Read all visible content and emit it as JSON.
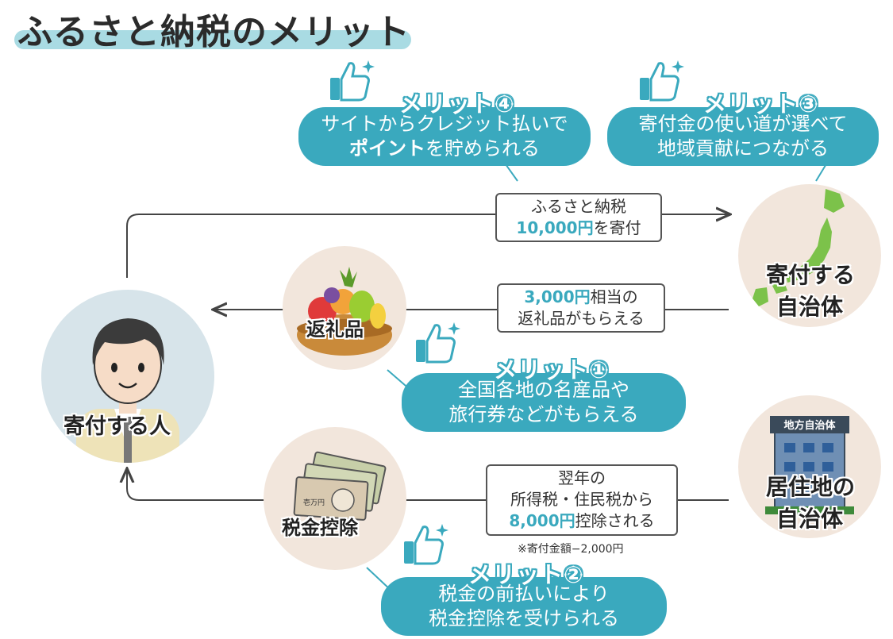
{
  "title": "ふるさと納税のメリット",
  "nodes": {
    "person": "寄付する人",
    "gift": "返礼品",
    "tax": "税金控除",
    "municipality_line1": "寄付する",
    "municipality_line2": "自治体",
    "residence_line1": "居住地の",
    "residence_line2": "自治体",
    "building_sign": "地方自治体",
    "bill_label": "壱万円"
  },
  "flows": {
    "donate": {
      "line1": "ふるさと納税",
      "amount": "10,000円",
      "suffix": "を寄付"
    },
    "gift": {
      "amount": "3,000円",
      "suffix": "相当の",
      "line2": "返礼品がもらえる"
    },
    "deduction": {
      "line1": "翌年の",
      "line2": "所得税・住民税から",
      "amount": "8,000円",
      "suffix": "控除される"
    },
    "note": "※寄付金額−2,000円"
  },
  "merits": [
    {
      "head": "メリット①",
      "line1": "全国各地の名産品や",
      "line2": "旅行券などがもらえる"
    },
    {
      "head": "メリット②",
      "line1": "税金の前払いにより",
      "line2": "税金控除を受けられる"
    },
    {
      "head": "メリット③",
      "line1": "寄付金の使い道が選べて",
      "line2": "地域貢献につながる"
    },
    {
      "head": "メリット④",
      "line1": "サイトからクレジット払いで",
      "line2_bold": "ポイント",
      "line2_rest": "を貯められる"
    }
  ],
  "colors": {
    "accent": "#3aa9be",
    "title_band": "#a9dbe3",
    "circle_beige": "#f2e6dc",
    "circle_person": "#d7e4ea",
    "japan_green": "#7cc24a"
  },
  "icons": [
    "thumbs-up-icon",
    "sparkle-icon",
    "japan-map-icon",
    "fruit-basket-icon",
    "money-icon",
    "building-icon"
  ]
}
